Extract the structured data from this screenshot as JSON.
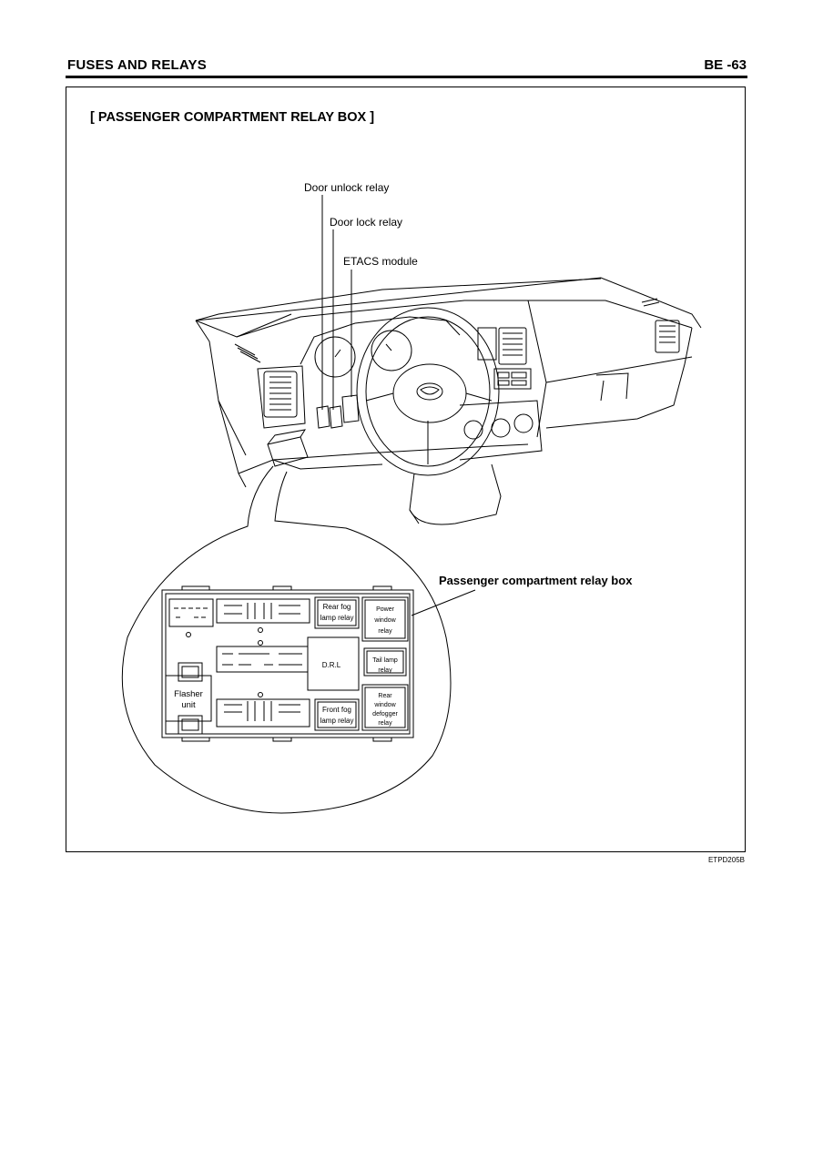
{
  "header": {
    "section": "FUSES AND RELAYS",
    "page": "BE -63"
  },
  "title": "[ PASSENGER COMPARTMENT RELAY BOX ]",
  "callouts": {
    "door_unlock": "Door unlock relay",
    "door_lock": "Door lock relay",
    "etacs": "ETACS module",
    "relay_box": "Passenger compartment relay box"
  },
  "relay_box": {
    "rear_fog": [
      "Rear fog",
      "lamp relay"
    ],
    "power_window": [
      "Power",
      "window",
      "relay"
    ],
    "drl": "D.R.L",
    "tail_lamp": [
      "Tail lamp",
      "relay"
    ],
    "flasher": [
      "Flasher",
      "unit"
    ],
    "front_fog": [
      "Front fog",
      "lamp relay"
    ],
    "rear_defogger": [
      "Rear",
      "window",
      "defogger",
      "relay"
    ]
  },
  "figure_code": "ETPD205B"
}
